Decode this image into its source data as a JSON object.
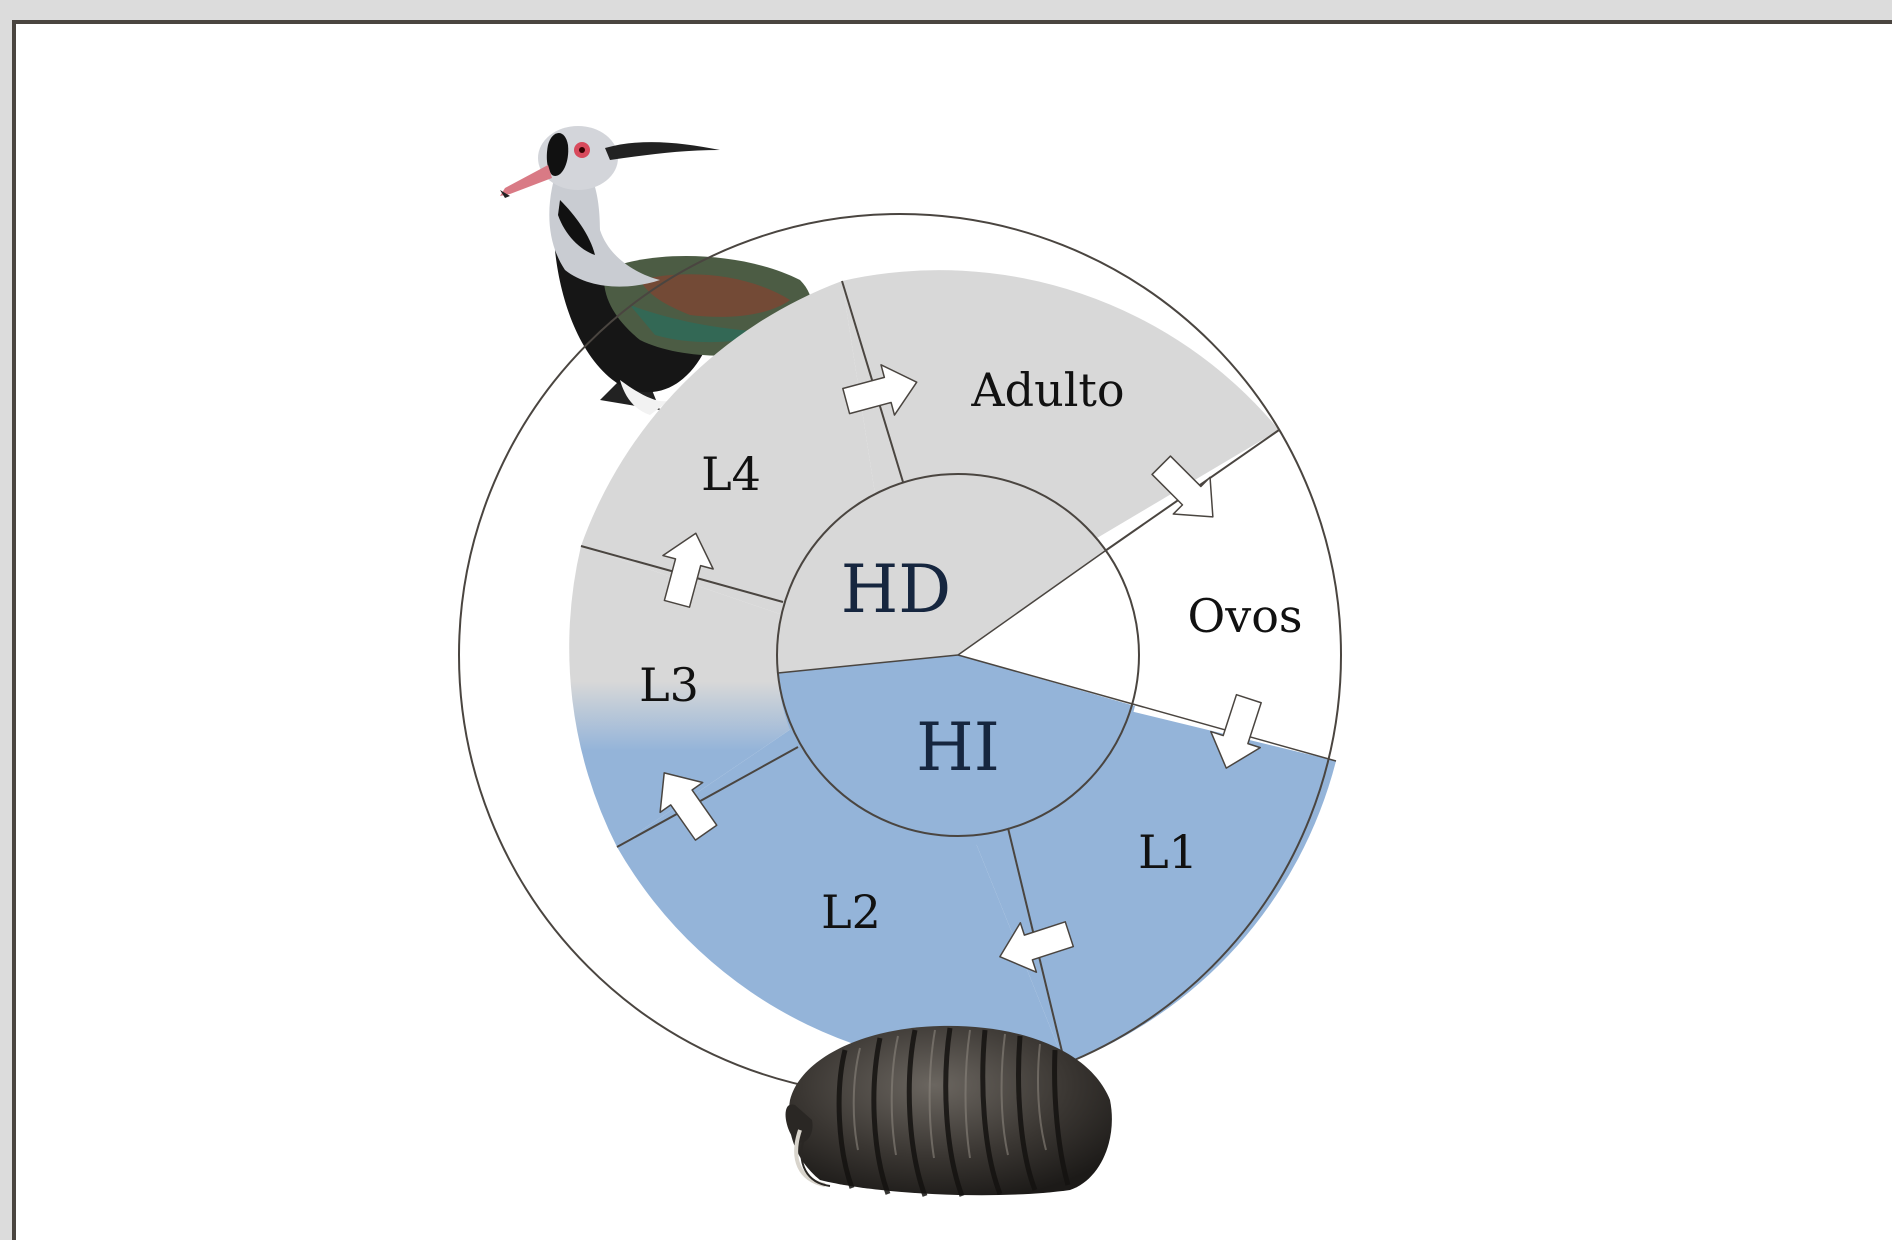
{
  "colors": {
    "terrestrial": "#d8d8d8",
    "aquatic": "#94b4d9",
    "eggs": "#ffffff",
    "outline": "#4a4540",
    "frame_bg": "#dcdcdc",
    "hab_text": "#16263f"
  },
  "stages": {
    "adult": "Adulto",
    "eggs": "Ovos",
    "l1": "L1",
    "l2": "L2",
    "l3": "L3",
    "l4": "L4"
  },
  "habitats": {
    "definitive": "HD",
    "intermediate": "HI"
  },
  "images": {
    "definitive_host": "lapwing-bird-illustration",
    "intermediate_host": "pill-bug-isopod-illustration"
  }
}
